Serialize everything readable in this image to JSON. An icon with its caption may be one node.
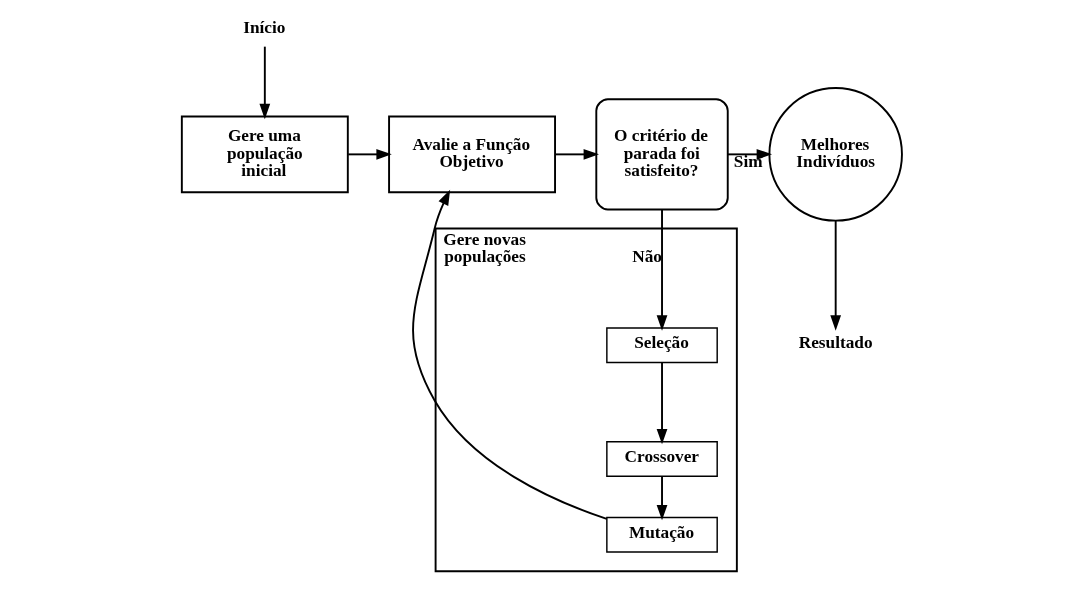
{
  "diagram": {
    "nodes": [
      {
        "text": [
          "Gere uma população inicial"
        ]
      },
      {
        "text": [
          "Avalie a Função Objetivo"
        ]
      },
      {
        "text": [
          "O critério de parada foi satisfeito?"
        ]
      },
      {
        "text": [
          "Melhores Indivíduos"
        ]
      },
      {
        "text": [
          "Início"
        ]
      },
      {
        "text": [
          "Resultado"
        ]
      },
      {
        "text": [
          "Gere novas populações"
        ]
      },
      {
        "text": [
          "Seleção"
        ],
        "in": 6
      },
      {
        "text": [
          "Crossover"
        ],
        "in": 6
      },
      {
        "text": [
          "Mutação"
        ],
        "in": 6
      }
    ],
    "edges": [
      {
        "from": 4,
        "to": 0,
        "arrow": "to"
      },
      {
        "from": 0,
        "to": 1,
        "arrow": "to"
      },
      {
        "from": 1,
        "to": 2,
        "arrow": "to"
      },
      {
        "from": 2,
        "to": 3,
        "label": "Sim",
        "arrow": "to"
      },
      {
        "from": 3,
        "to": 5,
        "arrow": "to"
      },
      {
        "from": 2,
        "to": 7,
        "label": "Não",
        "arrow": "to"
      },
      {
        "from": 7,
        "to": 8,
        "arrow": "to"
      },
      {
        "from": 8,
        "to": 9,
        "arrow": "to"
      },
      {
        "from": 9,
        "to": 1,
        "arrow": "to"
      }
    ]
  }
}
